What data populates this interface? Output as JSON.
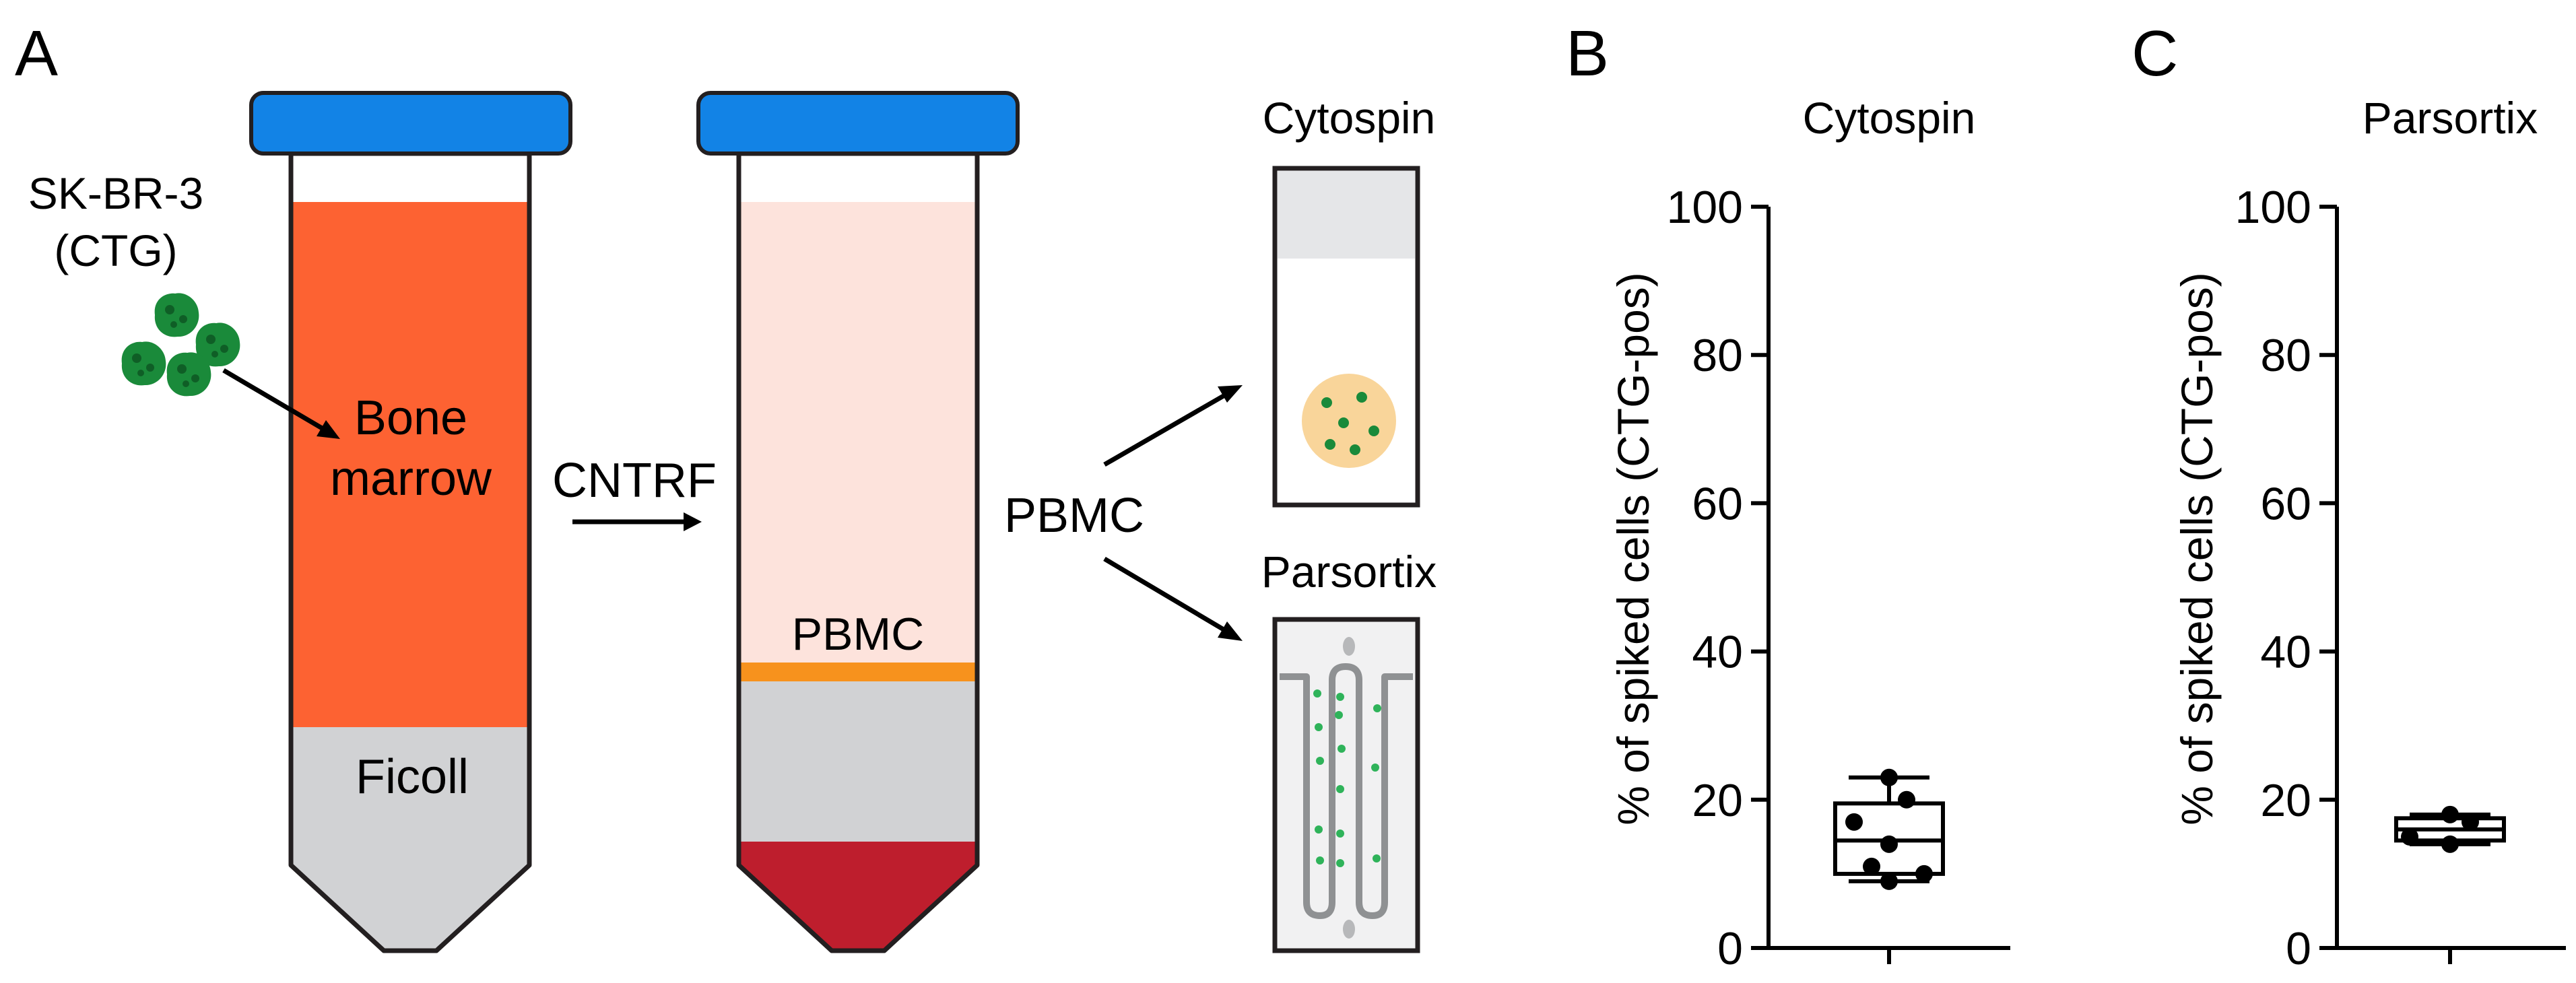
{
  "panels": {
    "a": {
      "letter": "A",
      "cell_line": "SK-BR-3",
      "cell_stain": "(CTG)",
      "bone_marrow_1": "Bone",
      "bone_marrow_2": "marrow",
      "ficoll": "Ficoll",
      "step": "CNTRF",
      "pbmc_layer": "PBMC",
      "pbmc_source": "PBMC",
      "cytospin_title": "Cytospin",
      "parsortix_title": "Parsortix"
    },
    "b": {
      "letter": "B",
      "title": "Cytospin"
    },
    "c": {
      "letter": "C",
      "title": "Parsortix"
    }
  },
  "colors": {
    "tube_cap": "#1283e6",
    "bone_marrow": "#fd6232",
    "ficoll": "#d1d2d4",
    "plasma": "#fde3dc",
    "pbmc_band": "#f7921d",
    "rbc": "#be1e2d",
    "cell_green": "#1a8a3a",
    "cytospin_spot": "#f9d59a"
  },
  "chart_data": [
    {
      "type": "box",
      "panel": "B",
      "title": "Cytospin",
      "ylabel": "% of spiked cells (CTG-pos)",
      "ylim": [
        0,
        100
      ],
      "yticks": [
        0,
        20,
        40,
        60,
        80,
        100
      ],
      "box": {
        "whisker_low": 9,
        "q1": 10,
        "median": 14.5,
        "q3": 19.5,
        "whisker_high": 23
      },
      "points": [
        23,
        20,
        17,
        14,
        11,
        10,
        9
      ]
    },
    {
      "type": "box",
      "panel": "C",
      "title": "Parsortix",
      "ylabel": "% of spiked cells (CTG-pos)",
      "ylim": [
        0,
        100
      ],
      "yticks": [
        0,
        20,
        40,
        60,
        80,
        100
      ],
      "box": {
        "whisker_low": 14,
        "q1": 14.5,
        "median": 16,
        "q3": 17.5,
        "whisker_high": 18
      },
      "points": [
        18,
        17,
        15,
        14
      ]
    }
  ]
}
